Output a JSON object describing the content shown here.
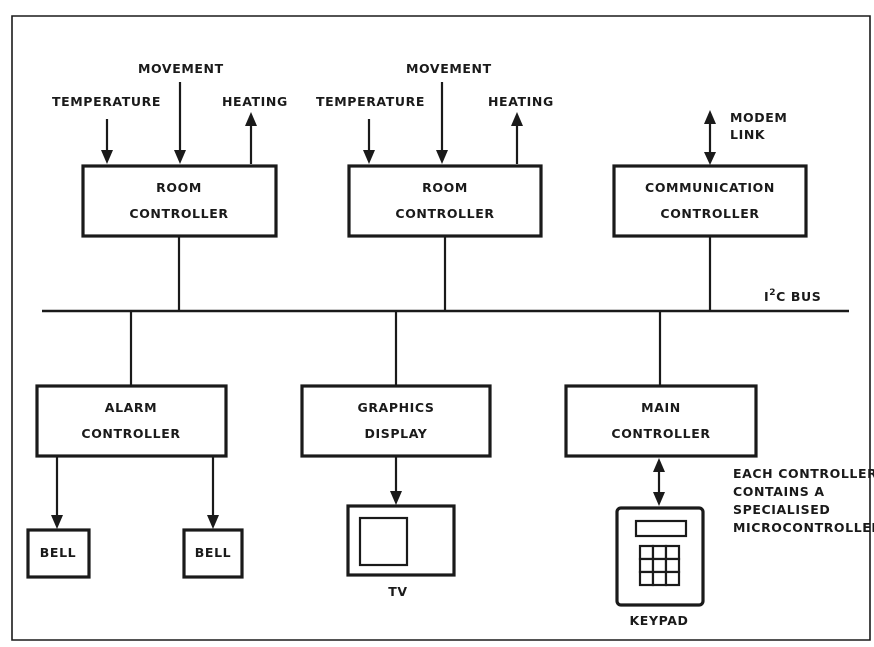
{
  "inputs": {
    "temperature": "TEMPERATURE",
    "movement": "MOVEMENT",
    "heating": "HEATING",
    "modem_link_line1": "MODEM",
    "modem_link_line2": "LINK"
  },
  "bus": {
    "label_prefix": "I",
    "label_sup": "2",
    "label_suffix": "C BUS"
  },
  "controllers": {
    "room1": {
      "line1": "ROOM",
      "line2": "CONTROLLER"
    },
    "room2": {
      "line1": "ROOM",
      "line2": "CONTROLLER"
    },
    "communication": {
      "line1": "COMMUNICATION",
      "line2": "CONTROLLER"
    },
    "alarm": {
      "line1": "ALARM",
      "line2": "CONTROLLER"
    },
    "graphics": {
      "line1": "GRAPHICS",
      "line2": "DISPLAY"
    },
    "main": {
      "line1": "MAIN",
      "line2": "CONTROLLER"
    }
  },
  "devices": {
    "bell1": "BELL",
    "bell2": "BELL",
    "tv": "TV",
    "keypad": "KEYPAD"
  },
  "note": {
    "line1": "EACH CONTROLLER",
    "line2": "CONTAINS A",
    "line3": "SPECIALISED",
    "line4": "MICROCONTROLLER"
  }
}
